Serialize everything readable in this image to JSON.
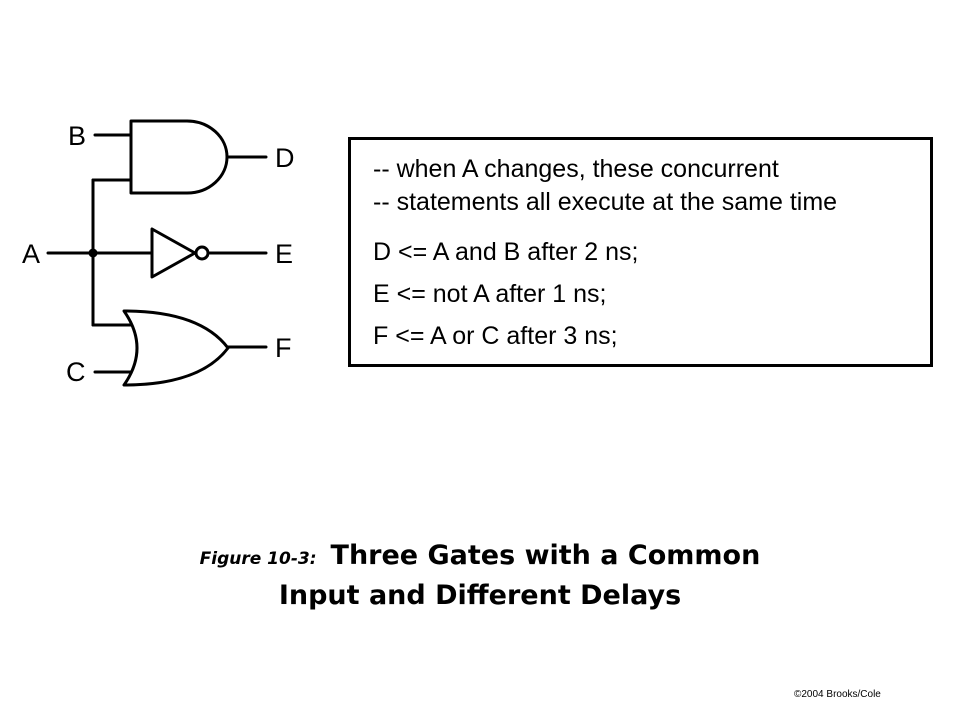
{
  "diagram": {
    "signals": {
      "a": "A",
      "b": "B",
      "c": "C",
      "d": "D",
      "e": "E",
      "f": "F"
    },
    "gates": [
      {
        "name": "and-gate",
        "inputs": [
          "B",
          "A"
        ],
        "output": "D"
      },
      {
        "name": "not-gate",
        "inputs": [
          "A"
        ],
        "output": "E"
      },
      {
        "name": "or-gate",
        "inputs": [
          "A",
          "C"
        ],
        "output": "F"
      }
    ]
  },
  "code": {
    "comment_1": "-- when A changes, these concurrent",
    "comment_2": "-- statements all execute at the same time",
    "stmt_d": "D <= A and B after 2 ns;",
    "stmt_e": "E <= not A after 1 ns;",
    "stmt_f": "F <= A or C after 3 ns;"
  },
  "caption": {
    "prefix": "Figure 10-3:",
    "line1": "Three Gates with a Common",
    "line2": "Input and Different Delays"
  },
  "copyright": "©2004 Brooks/Cole"
}
